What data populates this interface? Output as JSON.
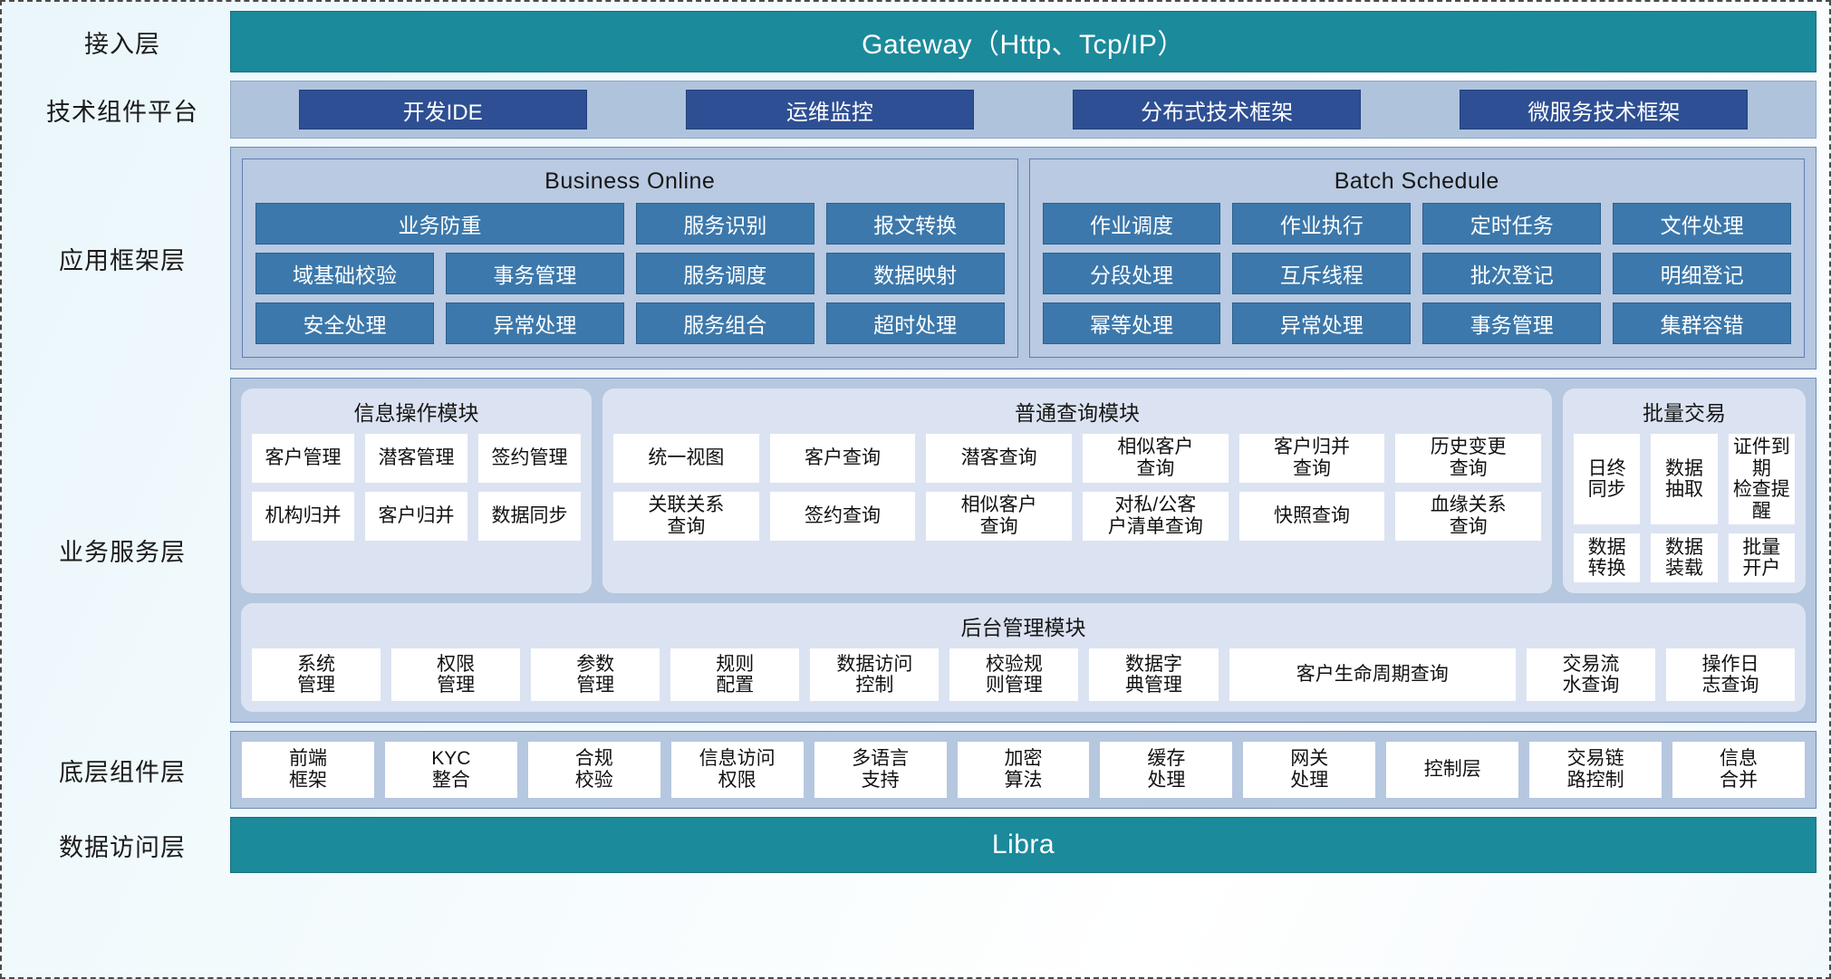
{
  "layers": [
    {
      "label": "接入层"
    },
    {
      "label": "技术组件平台"
    },
    {
      "label": "应用框架层"
    },
    {
      "label": "业务服务层"
    },
    {
      "label": "底层组件层"
    },
    {
      "label": "数据访问层"
    }
  ],
  "access_layer": {
    "label": "接入层",
    "bar_text": "Gateway（Http、Tcp/IP）",
    "color": "#1b8a9b"
  },
  "tech_platform": {
    "label": "技术组件平台",
    "strip_color": "#afc3dd",
    "chip_color": "#2e4f93",
    "chips": [
      {
        "label": "开发IDE"
      },
      {
        "label": "运维监控"
      },
      {
        "label": "分布式技术框架"
      },
      {
        "label": "微服务技术框架"
      }
    ]
  },
  "app_framework": {
    "label": "应用框架层",
    "cell_color": "#3c78ab",
    "groups": [
      {
        "title": "Business Online",
        "rows": [
          [
            {
              "label": "业务防重",
              "span": 2
            },
            {
              "label": "服务识别",
              "span": 1
            },
            {
              "label": "报文转换",
              "span": 1
            }
          ],
          [
            {
              "label": "域基础校验",
              "span": 1
            },
            {
              "label": "事务管理",
              "span": 1
            },
            {
              "label": "服务调度",
              "span": 1
            },
            {
              "label": "数据映射",
              "span": 1
            }
          ],
          [
            {
              "label": "安全处理",
              "span": 1
            },
            {
              "label": "异常处理",
              "span": 1
            },
            {
              "label": "服务组合",
              "span": 1
            },
            {
              "label": "超时处理",
              "span": 1
            }
          ]
        ]
      },
      {
        "title": "Batch Schedule",
        "rows": [
          [
            {
              "label": "作业调度",
              "span": 1
            },
            {
              "label": "作业执行",
              "span": 1
            },
            {
              "label": "定时任务",
              "span": 1
            },
            {
              "label": "文件处理",
              "span": 1
            }
          ],
          [
            {
              "label": "分段处理",
              "span": 1
            },
            {
              "label": "互斥线程",
              "span": 1
            },
            {
              "label": "批次登记",
              "span": 1
            },
            {
              "label": "明细登记",
              "span": 1
            }
          ],
          [
            {
              "label": "幂等处理",
              "span": 1
            },
            {
              "label": "异常处理",
              "span": 1
            },
            {
              "label": "事务管理",
              "span": 1
            },
            {
              "label": "集群容错",
              "span": 1
            }
          ]
        ]
      }
    ]
  },
  "business_service": {
    "label": "业务服务层",
    "groups": {
      "info_operation": {
        "title": "信息操作模块",
        "rows": [
          [
            {
              "label": "客户管理"
            },
            {
              "label": "潜客管理"
            },
            {
              "label": "签约管理"
            }
          ],
          [
            {
              "label": "机构归并"
            },
            {
              "label": "客户归并"
            },
            {
              "label": "数据同步"
            }
          ]
        ]
      },
      "common_query": {
        "title": "普通查询模块",
        "rows": [
          [
            {
              "label": "统一视图"
            },
            {
              "label": "客户查询"
            },
            {
              "label": "潜客查询"
            },
            {
              "label": "相似客户\n查询"
            },
            {
              "label": "客户归并\n查询"
            },
            {
              "label": "历史变更\n查询"
            }
          ],
          [
            {
              "label": "关联关系\n查询"
            },
            {
              "label": "签约查询"
            },
            {
              "label": "相似客户\n查询"
            },
            {
              "label": "对私/公客\n户清单查询"
            },
            {
              "label": "快照查询"
            },
            {
              "label": "血缘关系\n查询"
            }
          ]
        ]
      },
      "batch_transaction": {
        "title": "批量交易",
        "rows": [
          [
            {
              "label": "日终\n同步"
            },
            {
              "label": "数据\n抽取"
            },
            {
              "label": "证件到期\n检查提醒"
            }
          ],
          [
            {
              "label": "数据\n转换"
            },
            {
              "label": "数据\n装载"
            },
            {
              "label": "批量\n开户"
            }
          ]
        ]
      },
      "backend_admin": {
        "title": "后台管理模块",
        "rows": [
          [
            {
              "label": "系统\n管理",
              "span": 1
            },
            {
              "label": "权限\n管理",
              "span": 1
            },
            {
              "label": "参数\n管理",
              "span": 1
            },
            {
              "label": "规则\n配置",
              "span": 1
            },
            {
              "label": "数据访问\n控制",
              "span": 1
            },
            {
              "label": "校验规\n则管理",
              "span": 1
            },
            {
              "label": "数据字\n典管理",
              "span": 1
            },
            {
              "label": "客户生命周期查询",
              "span": 2
            },
            {
              "label": "交易流\n水查询",
              "span": 1
            },
            {
              "label": "操作日\n志查询",
              "span": 1
            }
          ]
        ]
      }
    }
  },
  "component_layer": {
    "label": "底层组件层",
    "cells": [
      {
        "label": "前端\n框架",
        "span": 1
      },
      {
        "label": "KYC\n整合",
        "span": 1
      },
      {
        "label": "合规\n校验",
        "span": 1
      },
      {
        "label": "信息访问\n权限",
        "span": 1
      },
      {
        "label": "多语言\n支持",
        "span": 1
      },
      {
        "label": "加密\n算法",
        "span": 1
      },
      {
        "label": "缓存\n处理",
        "span": 1
      },
      {
        "label": "网关\n处理",
        "span": 1
      },
      {
        "label": "控制层",
        "span": 1
      },
      {
        "label": "交易链\n路控制",
        "span": 1
      },
      {
        "label": "信息\n合并",
        "span": 1
      }
    ]
  },
  "data_access": {
    "label": "数据访问层",
    "bar_text": "Libra",
    "color": "#1b8a9b"
  }
}
